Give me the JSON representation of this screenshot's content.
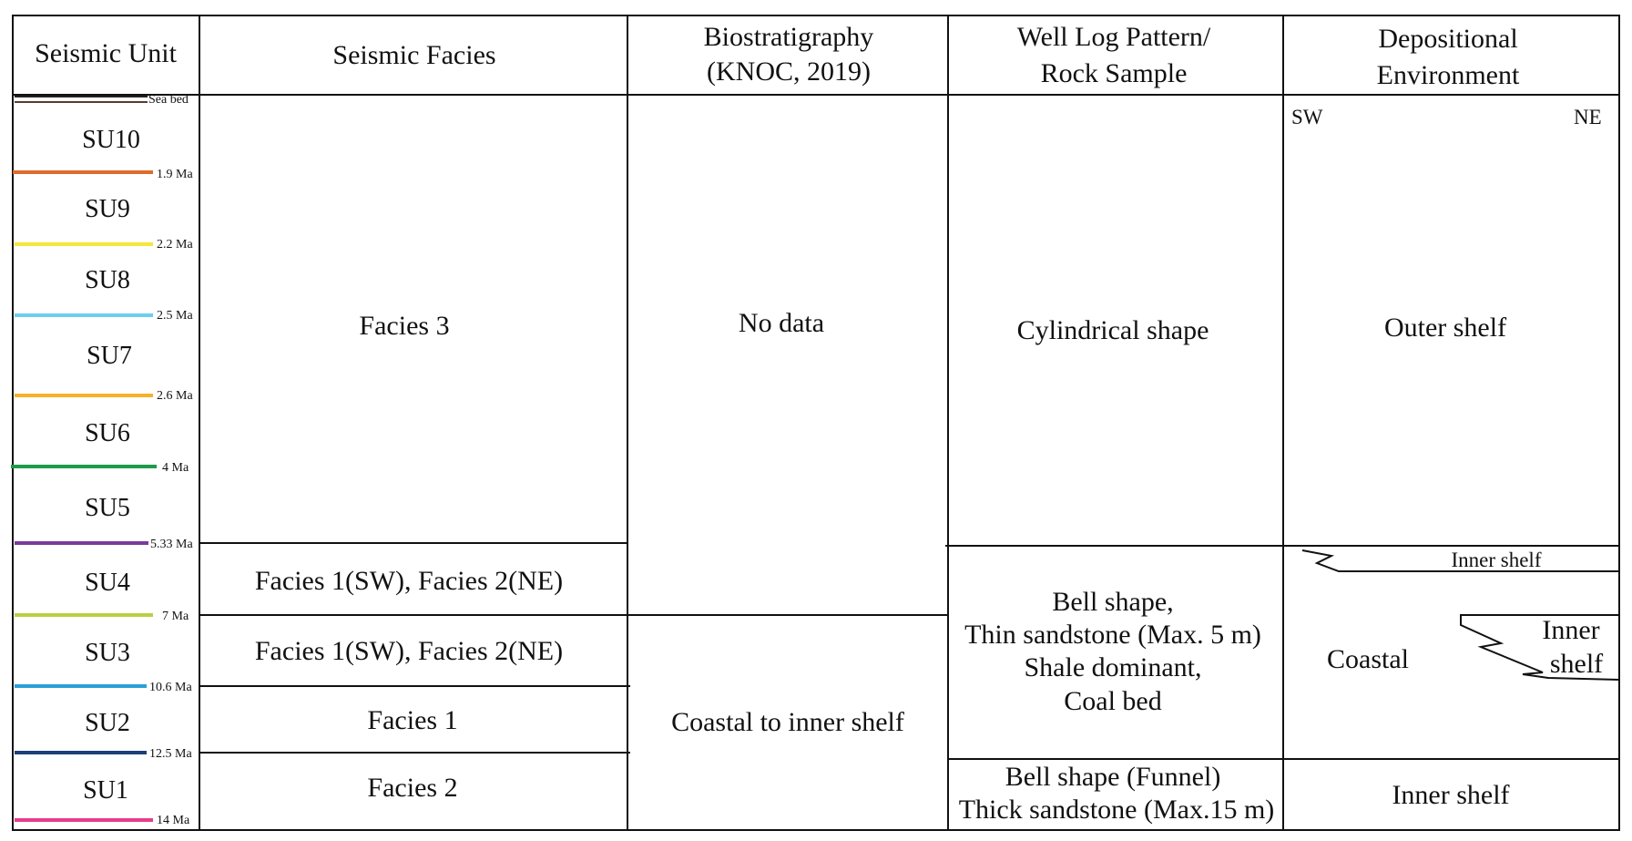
{
  "headers": {
    "seismic_unit": "Seismic Unit",
    "seismic_facies": "Seismic Facies",
    "biostrat_line1": "Biostratigraphy",
    "biostrat_line2": "(KNOC, 2019)",
    "welllog_line1": "Well Log Pattern/",
    "welllog_line2": "Rock Sample",
    "depo_line1": "Depositional",
    "depo_line2": "Environment"
  },
  "seabed": {
    "label": "Sea bed",
    "color": "#5a3b2e"
  },
  "units": [
    {
      "name": "SU10",
      "base_age": "1.9 Ma",
      "color": "#e06a2c"
    },
    {
      "name": "SU9",
      "base_age": "2.2 Ma",
      "color": "#f4e83a"
    },
    {
      "name": "SU8",
      "base_age": "2.5 Ma",
      "color": "#6ccdf0"
    },
    {
      "name": "SU7",
      "base_age": "2.6 Ma",
      "color": "#f7b02a"
    },
    {
      "name": "SU6",
      "base_age": "4 Ma",
      "color": "#1f9a4a"
    },
    {
      "name": "SU5",
      "base_age": "5.33 Ma",
      "color": "#7a3b9c"
    },
    {
      "name": "SU4",
      "base_age": "7 Ma",
      "color": "#b9d043"
    },
    {
      "name": "SU3",
      "base_age": "10.6 Ma",
      "color": "#2aa0d8"
    },
    {
      "name": "SU2",
      "base_age": "12.5 Ma",
      "color": "#1e3f78"
    },
    {
      "name": "SU1",
      "base_age": "14 Ma",
      "color": "#e83e8c"
    }
  ],
  "facies": {
    "su5_10": "Facies 3",
    "su4": "Facies 1(SW), Facies 2(NE)",
    "su3": "Facies 1(SW), Facies 2(NE)",
    "su2": "Facies 1",
    "su1": "Facies 2"
  },
  "biostratigraphy": {
    "upper": "No data",
    "lower": "Coastal to inner shelf"
  },
  "well_log": {
    "upper": "Cylindrical shape",
    "middle": [
      "Bell shape,",
      "Thin sandstone (Max. 5 m)",
      "Shale dominant,",
      "Coal bed"
    ],
    "lower": [
      "Bell shape (Funnel)",
      "Thick sandstone (Max.15 m)"
    ]
  },
  "depositional": {
    "sw": "SW",
    "ne": "NE",
    "outer": "Outer shelf",
    "inner_top": "Inner shelf",
    "coastal": "Coastal",
    "inner_right_1": "Inner",
    "inner_right_2": "shelf",
    "inner_bottom": "Inner shelf"
  }
}
